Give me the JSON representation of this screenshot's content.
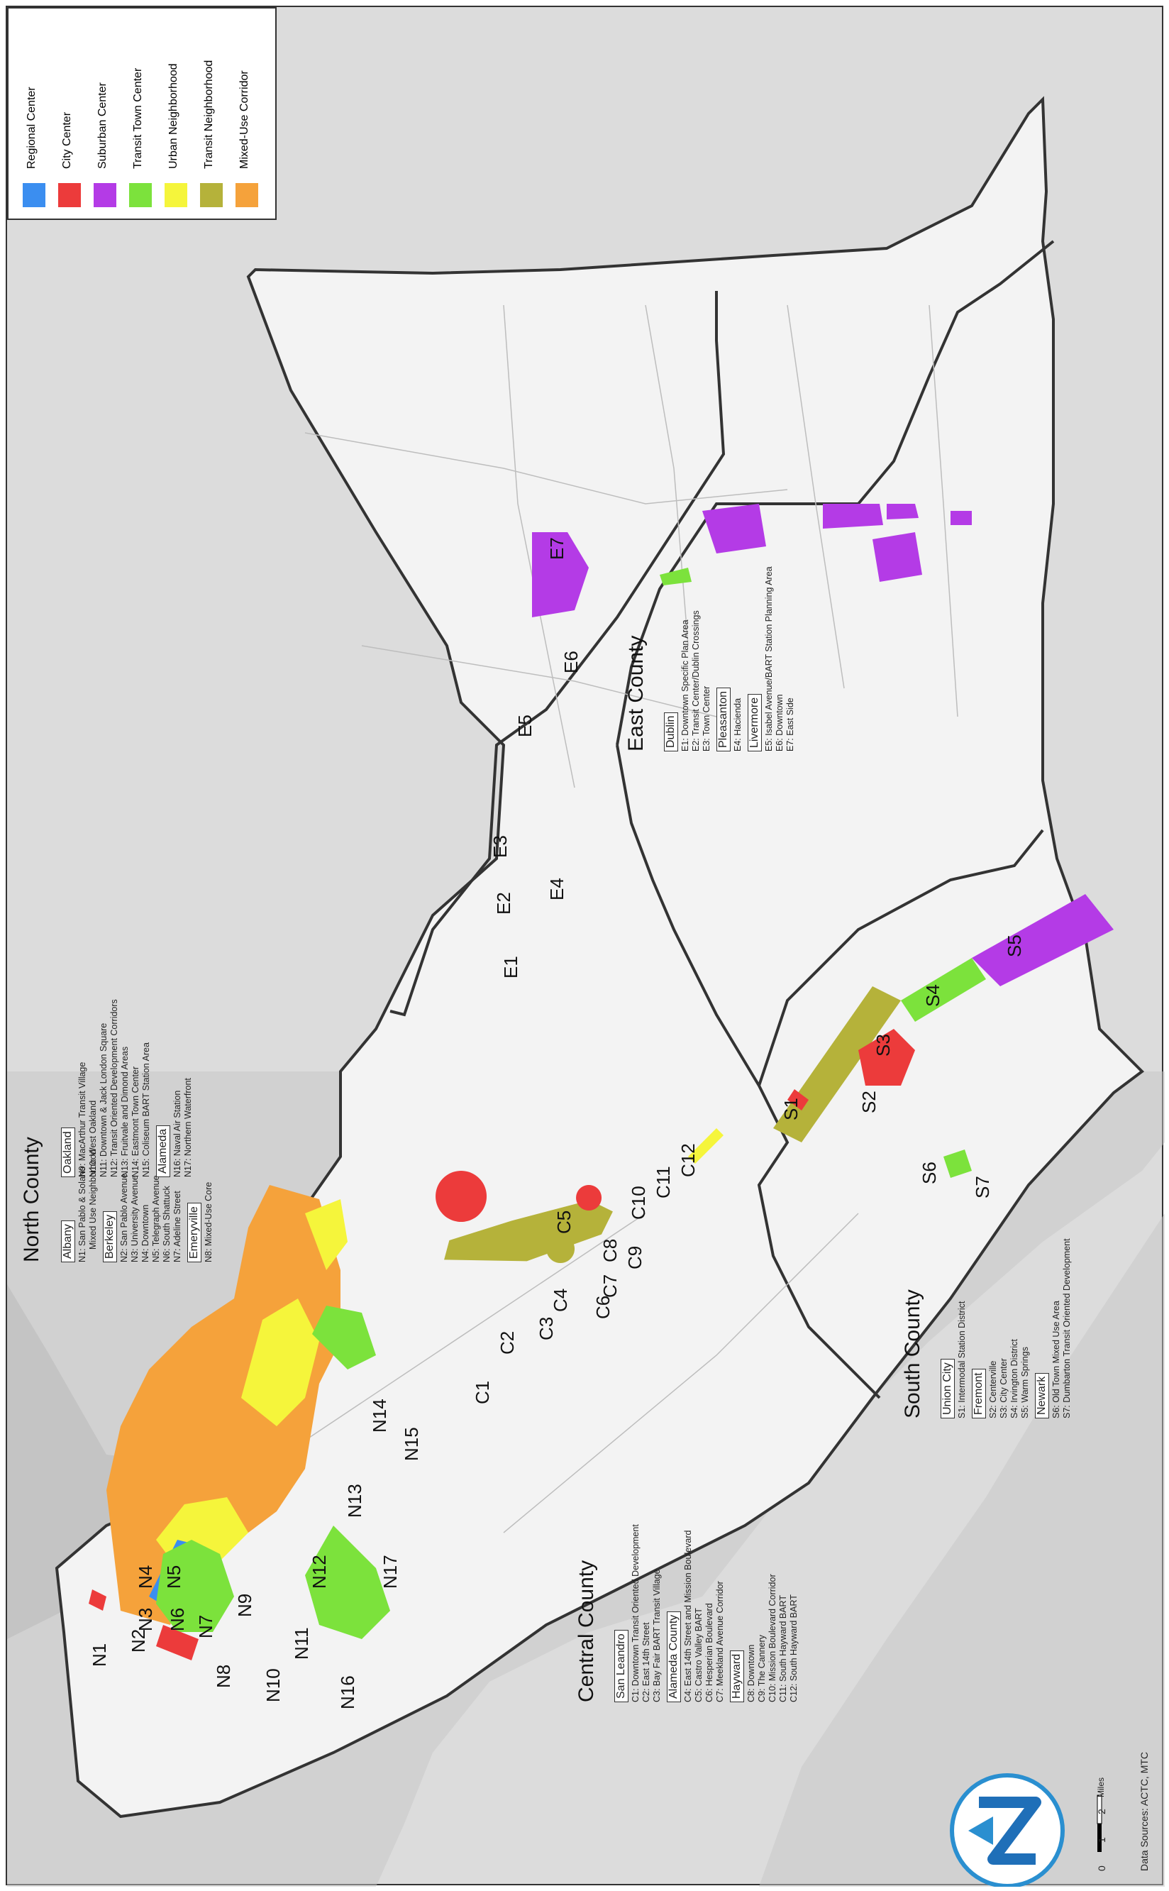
{
  "legend": {
    "items": [
      {
        "label": "Regional Center",
        "color": "#3b8ef0"
      },
      {
        "label": "City Center",
        "color": "#ec3b3b"
      },
      {
        "label": "Suburban Center",
        "color": "#b43be6"
      },
      {
        "label": "Transit Town Center",
        "color": "#7ce23c"
      },
      {
        "label": "Urban Neighborhood",
        "color": "#f5f53b"
      },
      {
        "label": "Transit Neighborhood",
        "color": "#b5b23a"
      },
      {
        "label": "Mixed-Use Corridor",
        "color": "#f5a23b"
      }
    ]
  },
  "regions": {
    "north": {
      "title": "North County",
      "cities": [
        {
          "name": "Albany",
          "items": [
            "N1: San Pablo & Solano",
            "Mixed Use Neighborhood"
          ]
        },
        {
          "name": "Berkeley",
          "items": [
            "N2: San Pablo Avenue",
            "N3: University Avenue",
            "N4: Downtown",
            "N5: Telegraph Avenue",
            "N6: South Shattuck",
            "N7: Adeline Street"
          ]
        },
        {
          "name": "Emeryville",
          "items": [
            "N8: Mixed-Use Core"
          ]
        },
        {
          "name": "Oakland",
          "items": [
            "N9: MacArthur Transit Village",
            "N10: West Oakland",
            "N11: Downtown & Jack London Square",
            "N12: Transit Oriented Development Corridors",
            "N13: Fruitvale and Dimond Areas",
            "N14: Eastmont Town Center",
            "N15: Coliseum BART Station Area"
          ]
        },
        {
          "name": "Alameda",
          "items": [
            "N16: Naval Air Station",
            "N17: Northern Waterfront"
          ]
        }
      ]
    },
    "central": {
      "title": "Central County",
      "cities": [
        {
          "name": "San Leandro",
          "items": [
            "C1: Downtown Transit Oriented Development",
            "C2: East 14th Street",
            "C3: Bay Fair BART Transit Village"
          ]
        },
        {
          "name": "Alameda County",
          "items": [
            "C4: East 14th Street and Mission Boulevard",
            "C5: Castro Valley BART",
            "C6: Hesperian Boulevard",
            "C7: Meekland Avenue Corridor"
          ]
        },
        {
          "name": "Hayward",
          "items": [
            "C8: Downtown",
            "C9: The Cannery",
            "C10: Mission Boulevard Corridor",
            "C11: South Hayward BART",
            "C12: South Hayward BART"
          ]
        }
      ]
    },
    "east": {
      "title": "East County",
      "cities": [
        {
          "name": "Dublin",
          "items": [
            "E1: Downtown Specific Plan Area",
            "E2: Transit Center/Dublin Crossings",
            "E3: Town Center"
          ]
        },
        {
          "name": "Pleasanton",
          "items": [
            "E4: Hacienda"
          ]
        },
        {
          "name": "Livermore",
          "items": [
            "E5: Isabel Avenue/BART Station Planning Area",
            "E6: Downtown",
            "E7: East Side"
          ]
        }
      ]
    },
    "south": {
      "title": "South County",
      "cities": [
        {
          "name": "Union City",
          "items": [
            "S1: Intermodal Station District"
          ]
        },
        {
          "name": "Fremont",
          "items": [
            "S2: Centerville",
            "S3: City Center",
            "S4: Irvington District",
            "S5: Warm Springs"
          ]
        },
        {
          "name": "Newark",
          "items": [
            "S6: Old Town Mixed Use Area",
            "S7: Dumbarton Transit Oriented Development"
          ]
        }
      ]
    }
  },
  "area_labels": [
    "N1",
    "N2",
    "N3",
    "N4",
    "N5",
    "N6",
    "N7",
    "N8",
    "N9",
    "N10",
    "N11",
    "N12",
    "N13",
    "N14",
    "N15",
    "N16",
    "N17",
    "C1",
    "C2",
    "C3",
    "C4",
    "C5",
    "C6",
    "C7",
    "C8",
    "C9",
    "C10",
    "C11",
    "C12",
    "E1",
    "E2",
    "E3",
    "E4",
    "E5",
    "E6",
    "E7",
    "S1",
    "S2",
    "S3",
    "S4",
    "S5",
    "S6",
    "S7"
  ],
  "scale": {
    "ticks": [
      "0",
      "1",
      "2"
    ],
    "unit": "Miles"
  },
  "source": "Data Sources: ACTC, MTC",
  "colors": {
    "water": "#c8c8c8",
    "land": "#f2f2f2",
    "outside": "#dcdcdc",
    "boundary": "#333333"
  }
}
